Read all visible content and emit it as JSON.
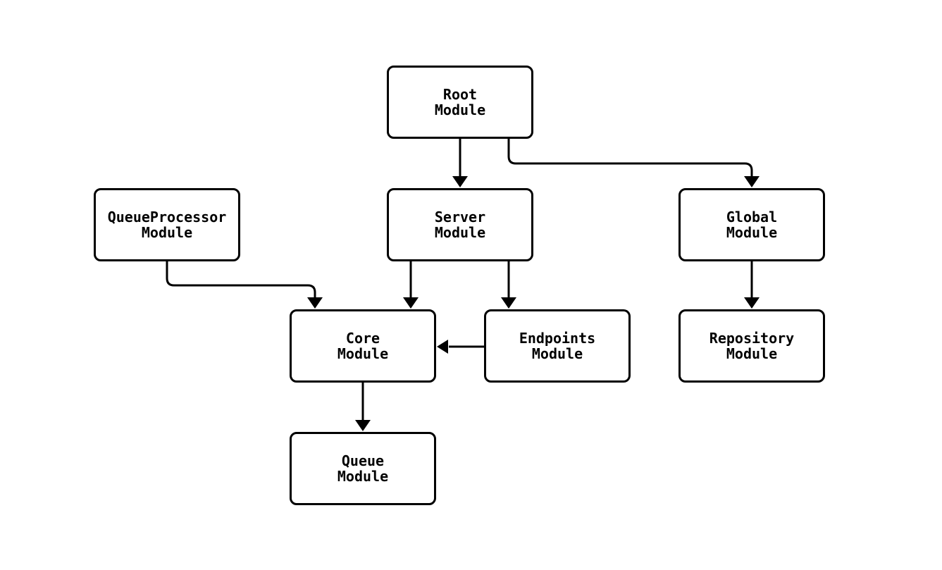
{
  "diagram": {
    "title": "",
    "colors": {
      "background": "#ffffff",
      "stroke": "#000000",
      "text": "#000000",
      "node_fill": "#ffffff"
    },
    "nodes": [
      {
        "id": "root-module",
        "line1": "Root",
        "line2": "Module"
      },
      {
        "id": "queueprocessor-module",
        "line1": "QueueProcessor",
        "line2": "Module"
      },
      {
        "id": "server-module",
        "line1": "Server",
        "line2": "Module"
      },
      {
        "id": "global-module",
        "line1": "Global",
        "line2": "Module"
      },
      {
        "id": "core-module",
        "line1": "Core",
        "line2": "Module"
      },
      {
        "id": "endpoints-module",
        "line1": "Endpoints",
        "line2": "Module"
      },
      {
        "id": "repository-module",
        "line1": "Repository",
        "line2": "Module"
      },
      {
        "id": "queue-module",
        "line1": "Queue",
        "line2": "Module"
      }
    ],
    "edges": [
      {
        "from": "root-module",
        "to": "server-module"
      },
      {
        "from": "root-module",
        "to": "global-module"
      },
      {
        "from": "queueprocessor-module",
        "to": "core-module"
      },
      {
        "from": "server-module",
        "to": "core-module"
      },
      {
        "from": "server-module",
        "to": "endpoints-module"
      },
      {
        "from": "endpoints-module",
        "to": "core-module"
      },
      {
        "from": "global-module",
        "to": "repository-module"
      },
      {
        "from": "core-module",
        "to": "queue-module"
      }
    ]
  }
}
